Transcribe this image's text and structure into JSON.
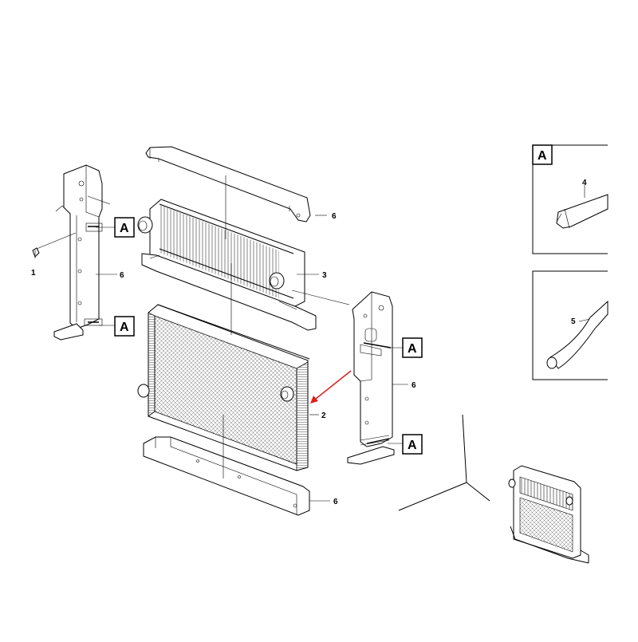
{
  "callouts": {
    "p1": "1",
    "p2": "2",
    "p3": "3",
    "p4": "4",
    "p5": "5",
    "p6_top": "6",
    "p6_left": "6",
    "p6_right": "6",
    "p6_bottom": "6"
  },
  "detail_letter": "A",
  "detail_view_title": "A",
  "colors": {
    "line": "#000000",
    "arrow": "#e02020",
    "background": "#ffffff"
  }
}
